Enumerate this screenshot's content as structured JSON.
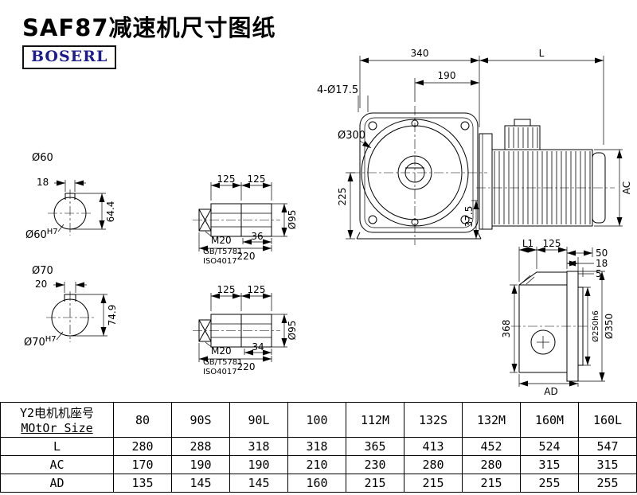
{
  "header": {
    "title": "SAF87减速机尺寸图纸",
    "logo": "BOSERL"
  },
  "drawing": {
    "section_a": {
      "dia": "Ø60",
      "key_w": "18",
      "key_h": "64.4",
      "fit_d": "Ø60",
      "fit_tol": "H7"
    },
    "section_b": {
      "dia": "Ø70",
      "key_w": "20",
      "key_h": "74.9",
      "fit_d": "Ø70",
      "fit_tol": "H7"
    },
    "bushing_a": {
      "seg1": "125",
      "seg2": "125",
      "len_inner": "36",
      "len_total": "220",
      "dia": "Ø95",
      "thread": "M20",
      "std1": "GB/T5781",
      "std2": "ISO4017"
    },
    "bushing_b": {
      "seg1": "125",
      "seg2": "125",
      "len_inner": "34",
      "len_total": "220",
      "dia": "Ø95",
      "thread": "M20",
      "std1": "GB/T5781",
      "std2": "ISO4017"
    },
    "front": {
      "total_w": "340",
      "motor_len": "L",
      "dim_190": "190",
      "holes": "4-Ø17.5",
      "main_dia": "Ø300",
      "dim_225": "225",
      "dim_37_5": "37.5",
      "ac": "AC"
    },
    "side": {
      "l1": "L1",
      "dim_125": "125",
      "dim_50": "50",
      "dim_18": "18",
      "dim_5": "5",
      "dim_368": "368",
      "pilot": "Ø250h6",
      "flange": "Ø350",
      "ad": "AD"
    }
  },
  "table": {
    "header": {
      "line1": "Y2电机机座号",
      "line2": "MOtOr Size"
    },
    "columns": [
      "80",
      "90S",
      "90L",
      "100",
      "112M",
      "132S",
      "132M",
      "160M",
      "160L"
    ],
    "rows": [
      {
        "label": "L",
        "values": [
          "280",
          "288",
          "318",
          "318",
          "365",
          "413",
          "452",
          "524",
          "547"
        ]
      },
      {
        "label": "AC",
        "values": [
          "170",
          "190",
          "190",
          "210",
          "230",
          "280",
          "280",
          "315",
          "315"
        ]
      },
      {
        "label": "AD",
        "values": [
          "135",
          "145",
          "145",
          "160",
          "215",
          "215",
          "215",
          "255",
          "255"
        ]
      }
    ]
  }
}
